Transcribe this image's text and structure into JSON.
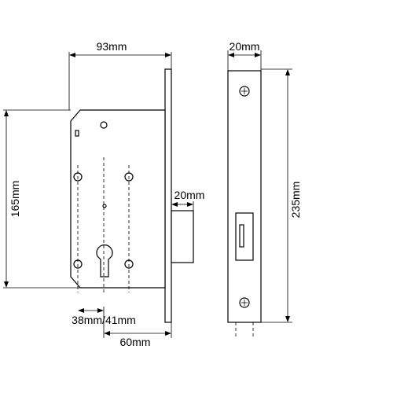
{
  "dimensions": {
    "case_width": "93mm",
    "faceplate_width": "20mm",
    "case_height": "165mm",
    "faceplate_length": "235mm",
    "bolt_width": "20mm",
    "centres": "38mm/41mm",
    "backset": "60mm"
  },
  "colors": {
    "line": "#000000",
    "fill": "#ffffff"
  },
  "icons": {
    "screw": "screw-icon"
  }
}
